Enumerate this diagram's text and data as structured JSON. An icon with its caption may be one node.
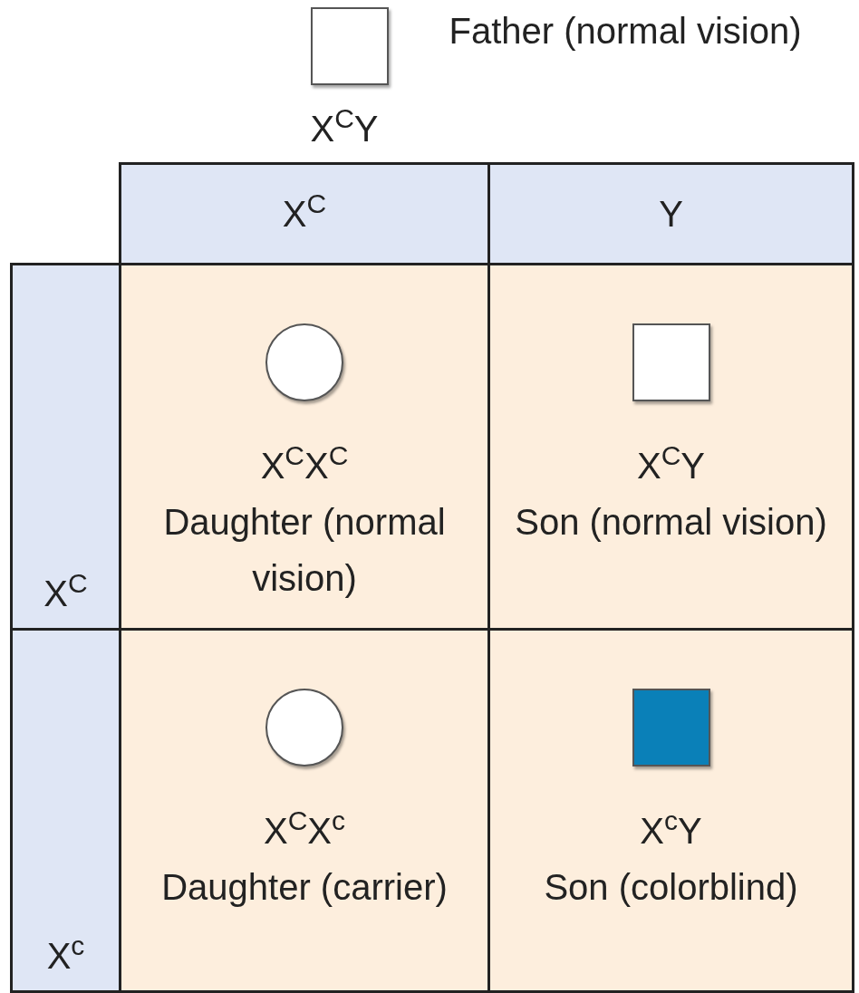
{
  "diagram": {
    "nodes": [
      {
        "text": [],
        "shape": "box",
        "beside": [
          "X$^{C}$Y",
          "Father (normal vision)"
        ]
      },
      {
        "text": [
          "X$^{C}$"
        ]
      },
      {
        "text": [
          "Y"
        ]
      },
      {
        "text": [
          "X$^{C}$"
        ]
      },
      {
        "text": [
          "X$^{c}$"
        ]
      },
      {
        "text": [
          "X$^{C}$X$^{C}$",
          "Daughter (normal vision)"
        ]
      },
      {
        "text": [],
        "shape": "circle",
        "in": 5
      },
      {
        "text": [
          "X$^{C}$Y",
          "Son (normal vision)"
        ]
      },
      {
        "text": [],
        "shape": "box",
        "in": 7
      },
      {
        "text": [
          "X$^{C}$X$^{c}$",
          "Daughter (carrier)"
        ]
      },
      {
        "text": [],
        "shape": "circle",
        "in": 9
      },
      {
        "text": [
          "X$^{c}$Y",
          "Son (colorblind)"
        ]
      },
      {
        "text": [],
        "shape": "box",
        "in": 11
      }
    ]
  }
}
